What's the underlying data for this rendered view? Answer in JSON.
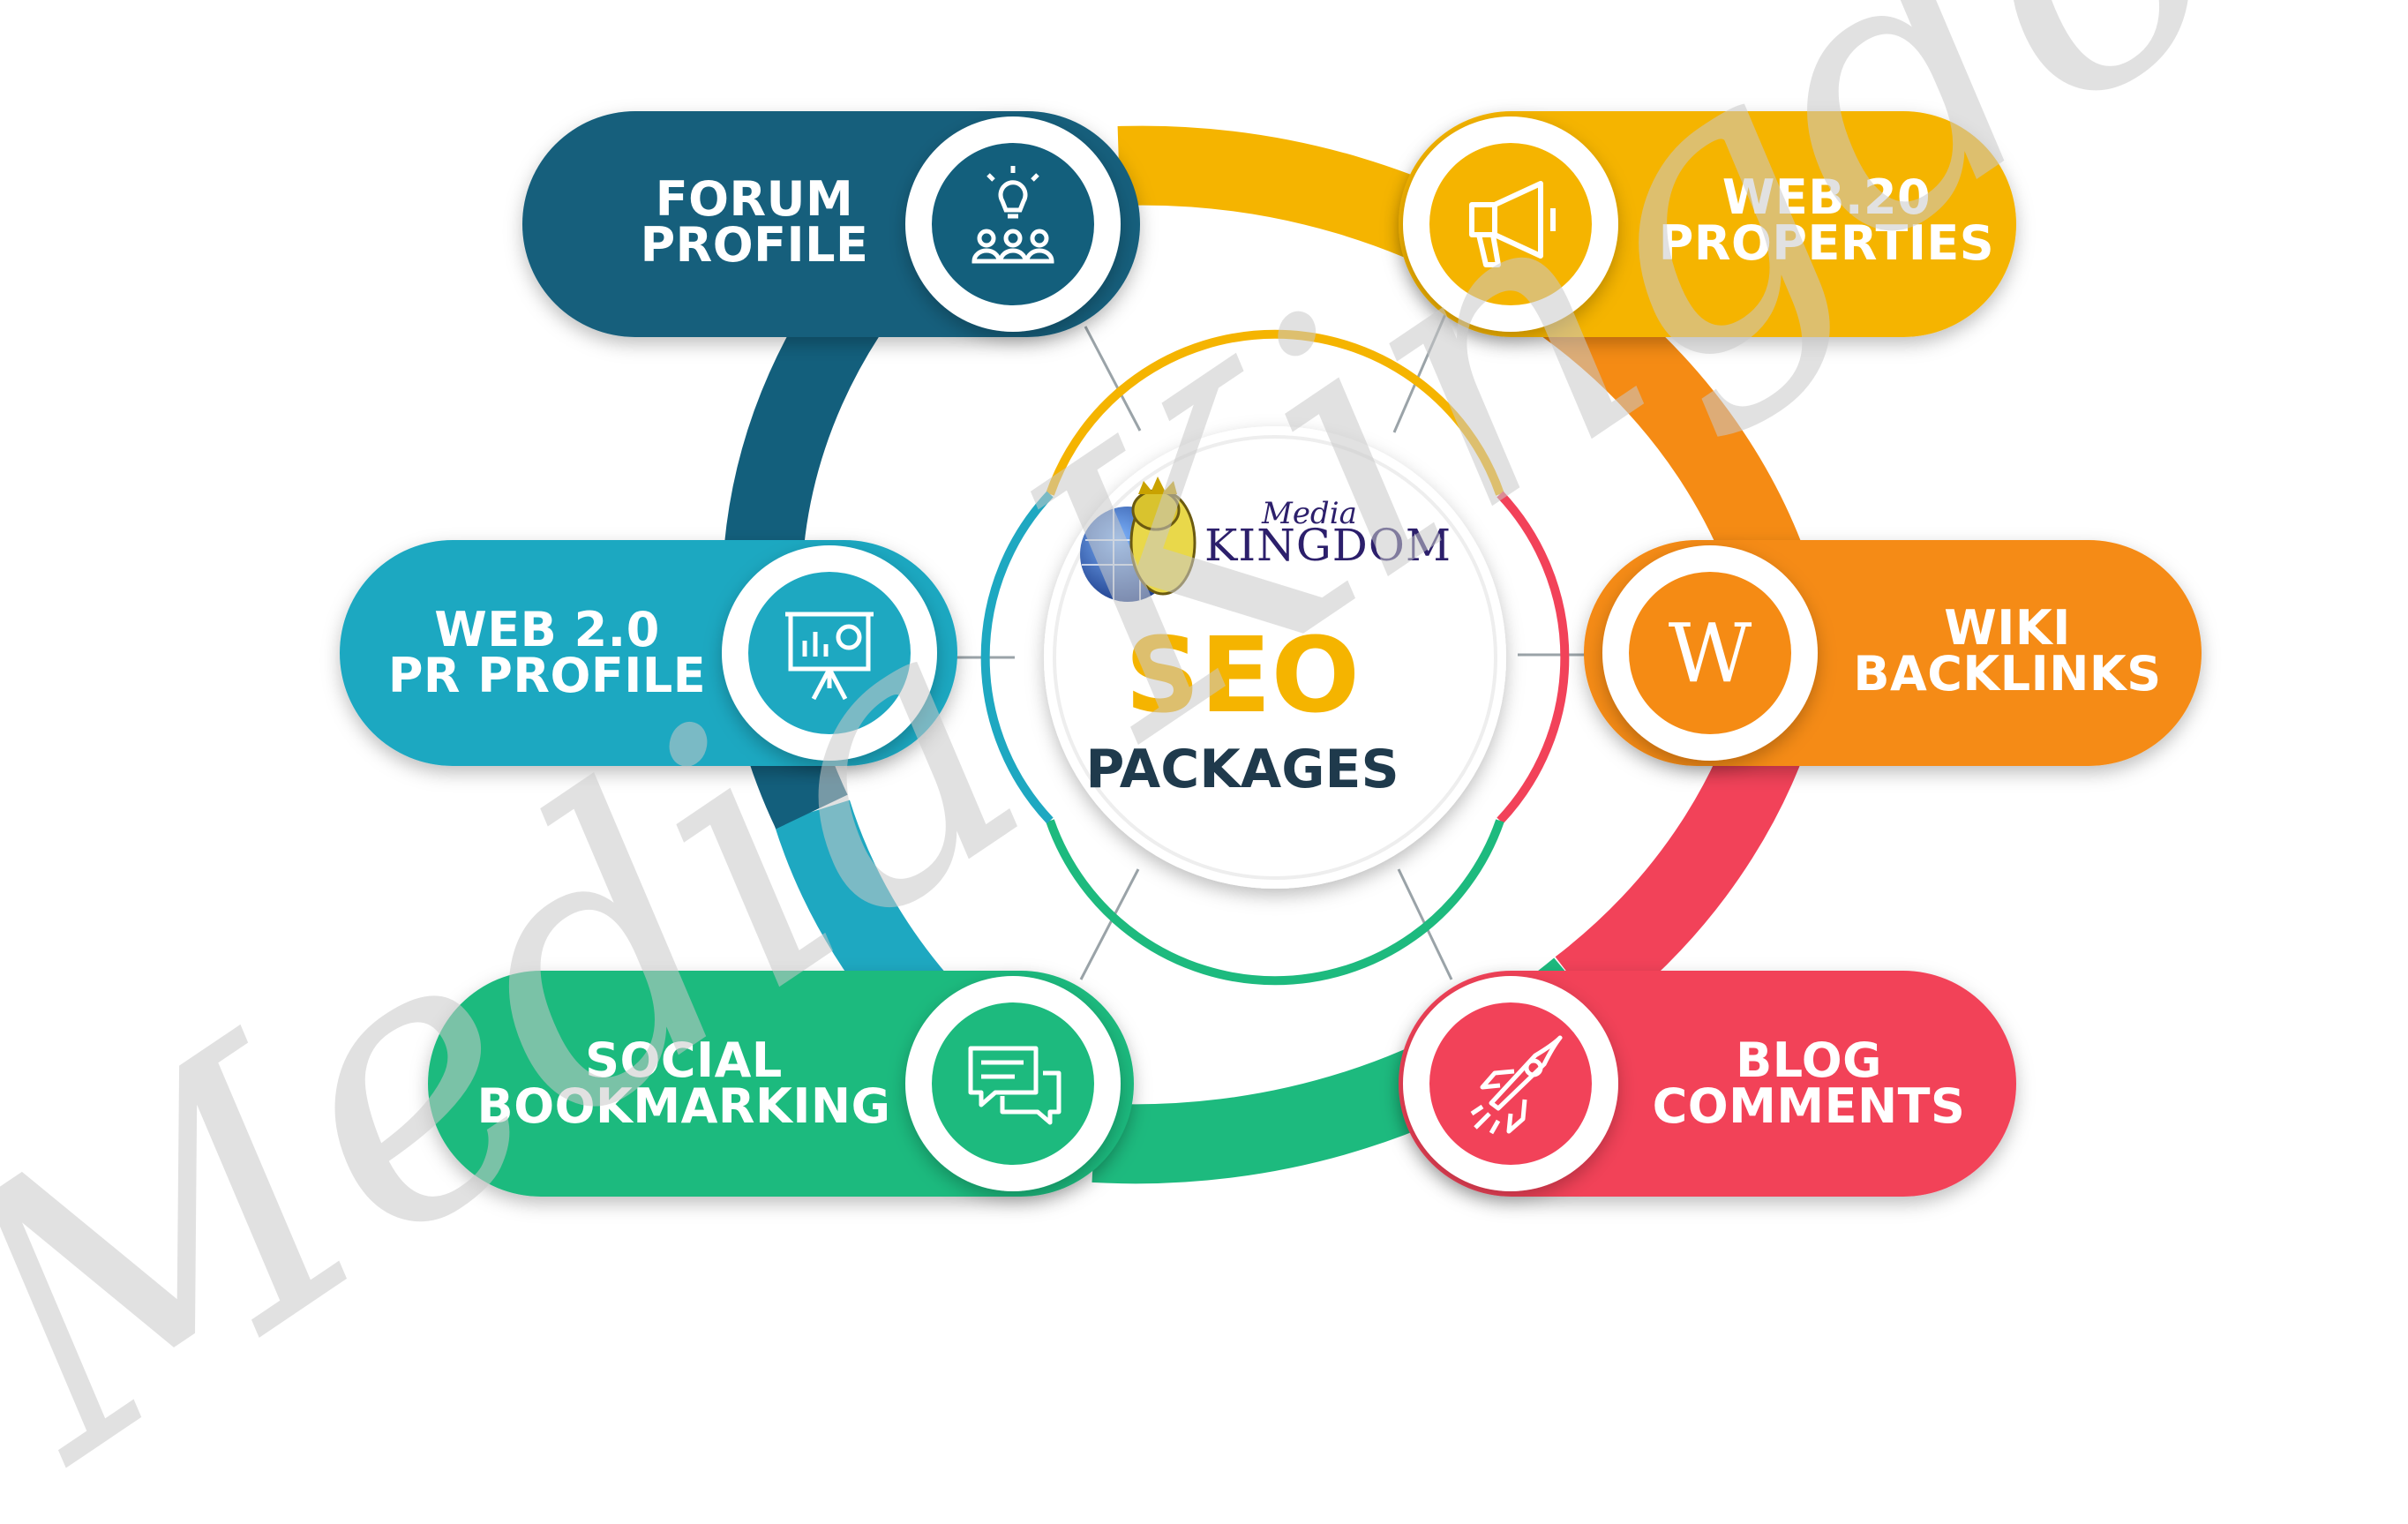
{
  "center": {
    "logo_brand_top": "Media",
    "logo_brand_main": "KINGDOM",
    "title": "SEO",
    "subtitle": "PACKAGES"
  },
  "items": [
    {
      "line1": "FORUM",
      "line2": "PROFILE",
      "color": "#135f7c",
      "icon": "lightbulb-people-icon"
    },
    {
      "line1": "WEB.20",
      "line2": "PROPERTIES",
      "color": "#f5b400",
      "icon": "megaphone-icon"
    },
    {
      "line1": "WEB 2.0",
      "line2": "PR PROFILE",
      "color": "#1ea8c1",
      "icon": "presentation-board-icon"
    },
    {
      "line1": "WIKI",
      "line2": "BACKLINKS",
      "color": "#f58b14",
      "icon": "wikipedia-w-icon"
    },
    {
      "line1": "SOCIAL",
      "line2": "BOOKMARKING",
      "color": "#1dba7e",
      "icon": "chat-bubbles-icon"
    },
    {
      "line1": "BLOG",
      "line2": "COMMENTS",
      "color": "#f24259",
      "icon": "rocket-icon"
    }
  ],
  "colors": {
    "title_seo": "#f5b400",
    "title_packages": "#1f3a4c",
    "brand": "#2c1f6b",
    "watermark": "#c8c8c8"
  },
  "watermark": {
    "text": "Media Kingdom"
  }
}
